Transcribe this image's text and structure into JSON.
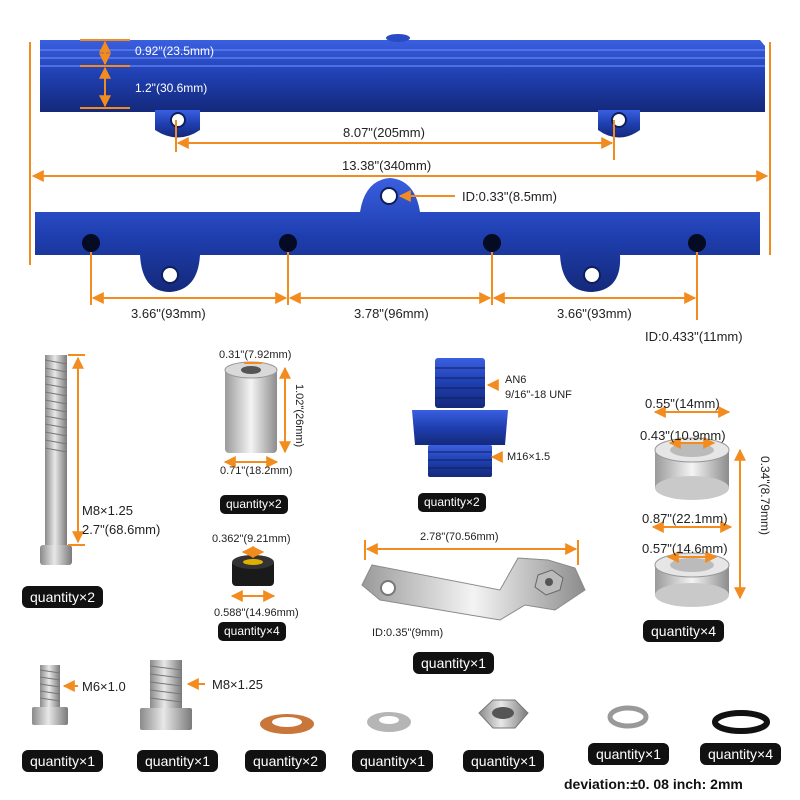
{
  "rail": {
    "height_outer": "0.92\"(23.5mm)",
    "height_inner": "1.2\"(30.6mm)",
    "mount_spacing": "8.07\"(205mm)",
    "overall_length": "13.38\"(340mm)",
    "top_hole_id": "ID:0.33\"(8.5mm)",
    "spacing_left": "3.66\"(93mm)",
    "spacing_mid": "3.78\"(96mm)",
    "spacing_right": "3.66\"(93mm)",
    "injector_id": "ID:0.433\"(11mm)",
    "color": "#1f3fb0"
  },
  "colors": {
    "dimension": "#f28c1e",
    "pill_bg": "#111111",
    "rail_blue": "#1f3fb0"
  },
  "parts": {
    "bolt_long": {
      "thread": "M8×1.25",
      "length": "2.7\"(68.6mm)",
      "quantity": "quantity×2"
    },
    "spacer": {
      "top": "0.31\"(7.92mm)",
      "height": "1.02\"(26mm)",
      "bottom": "0.71\"(18.2mm)",
      "quantity": "quantity×2"
    },
    "fitting": {
      "an": "AN6",
      "unf": "9/16\"-18 UNF",
      "thread": "M16×1.5",
      "quantity": "quantity×2"
    },
    "washer_set": {
      "outer_top": "0.55\"(14mm)",
      "inner_top": "0.43\"(10.9mm)",
      "height": "0.34\"(8.79mm)",
      "outer_bottom": "0.87\"(22.1mm)",
      "inner_bottom": "0.57\"(14.6mm)",
      "quantity": "quantity×4"
    },
    "grommet": {
      "top": "0.362\"(9.21mm)",
      "bottom": "0.588\"(14.96mm)",
      "quantity": "quantity×4"
    },
    "bracket": {
      "length": "2.78\"(70.56mm)",
      "hole_id": "ID:0.35\"(9mm)",
      "quantity": "quantity×1"
    },
    "bolt_m6": {
      "thread": "M6×1.0",
      "quantity": "quantity×1"
    },
    "bolt_m8": {
      "thread": "M8×1.25",
      "quantity": "quantity×1"
    },
    "copper_washer": {
      "quantity": "quantity×2"
    },
    "flat_washer": {
      "quantity": "quantity×1"
    },
    "hex_nut": {
      "quantity": "quantity×1"
    },
    "lock_washer": {
      "quantity": "quantity×1"
    },
    "o_ring": {
      "quantity": "quantity×4"
    }
  },
  "footnote": "deviation:±0. 08 inch: 2mm"
}
